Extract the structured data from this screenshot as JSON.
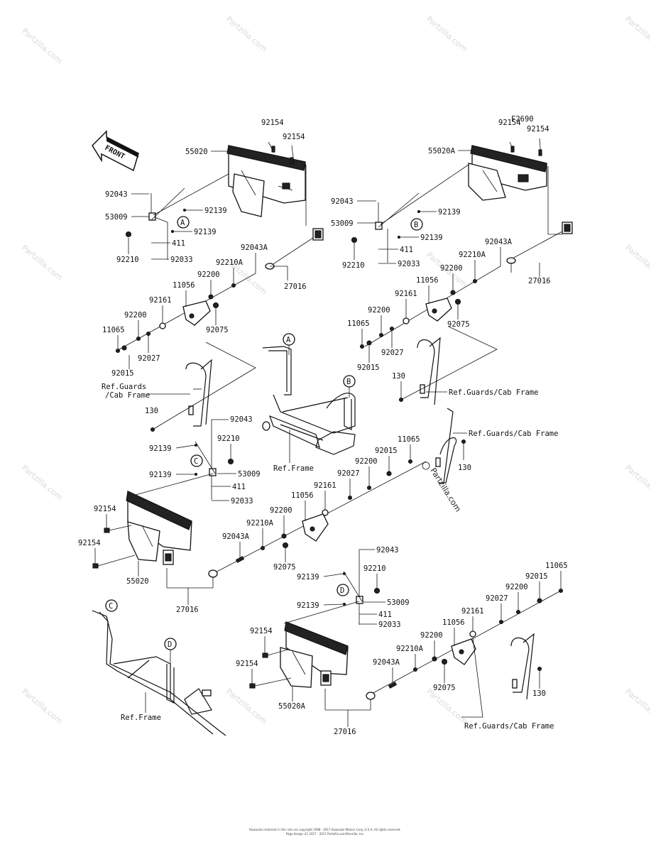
{
  "front_label": "FRONT",
  "figure_code": "F2690",
  "watermark": "Partzilla.com",
  "footer_lines": [
    "Kawasaki materials in this site are copyright 1998 - 2017 Kawasaki Motors Corp.,U.S.A. All rights reserved.",
    "Page design (C) 2017 - 2017 Partzilla.com/Revzilla, Inc."
  ],
  "colors": {
    "ink": "#111111",
    "watermark": "#d9d9d9",
    "background": "#ffffff"
  },
  "callouts": {
    "A": [
      "A",
      "A"
    ],
    "B": [
      "B",
      "B"
    ],
    "C": [
      "C",
      "C"
    ],
    "D": [
      "D",
      "D"
    ]
  },
  "groups": {
    "top_left": {
      "p92154a": "92154",
      "p92154b": "92154",
      "p55020": "55020",
      "p92043": "92043",
      "p53009": "53009",
      "p92139a": "92139",
      "p92139b": "92139",
      "p411": "411",
      "p92210": "92210",
      "p92033": "92033",
      "p92043A": "92043A",
      "p92210A": "92210A",
      "p92200a": "92200",
      "p11056": "11056",
      "p27016": "27016",
      "p92161": "92161",
      "p92200b": "92200",
      "p92075": "92075",
      "p11065": "11065",
      "p92027": "92027",
      "p92015": "92015",
      "ref_guards": [
        "Ref.Guards",
        "/Cab Frame"
      ],
      "p130": "130"
    },
    "top_right": {
      "p92154a": "92154",
      "p92154b": "92154",
      "p55020A": "55020A",
      "p92043": "92043",
      "p53009": "53009",
      "p92139a": "92139",
      "p92139b": "92139",
      "p411": "411",
      "p92210": "92210",
      "p92033": "92033",
      "p92043A": "92043A",
      "p92210A": "92210A",
      "p92200a": "92200",
      "p11056": "11056",
      "p27016": "27016",
      "p92161": "92161",
      "p92200b": "92200",
      "p92075": "92075",
      "p11065": "11065",
      "p92027": "92027",
      "p92015": "92015",
      "p130": "130",
      "ref_guards": "Ref.Guards/Cab Frame"
    },
    "middle": {
      "ref_frame": "Ref.Frame",
      "p92043": "92043",
      "p92210": "92210",
      "p92139a": "92139",
      "p92139b": "92139",
      "p53009": "53009",
      "p411": "411",
      "p92033": "92033",
      "p11065": "11065",
      "p92015": "92015",
      "p92200a": "92200",
      "p92027": "92027",
      "p92161": "92161",
      "p11056": "11056",
      "p92200b": "92200",
      "p92210A": "92210A",
      "p92043A": "92043A",
      "p92075": "92075",
      "p130": "130",
      "ref_guards": "Ref.Guards/Cab Frame",
      "p92154a": "92154",
      "p92154b": "92154",
      "p55020": "55020",
      "p27016": "27016"
    },
    "bottom": {
      "ref_frame": "Ref.Frame",
      "p92043": "92043",
      "p92210": "92210",
      "p92139a": "92139",
      "p92139b": "92139",
      "p53009": "53009",
      "p411": "411",
      "p92033": "92033",
      "p11065": "11065",
      "p92015": "92015",
      "p92200a": "92200",
      "p92027": "92027",
      "p92161": "92161",
      "p11056": "11056",
      "p92200b": "92200",
      "p92210A": "92210A",
      "p92043A": "92043A",
      "p92075": "92075",
      "p130": "130",
      "ref_guards": "Ref.Guards/Cab Frame",
      "p92154a": "92154",
      "p92154b": "92154",
      "p55020A": "55020A",
      "p27016": "27016"
    }
  }
}
